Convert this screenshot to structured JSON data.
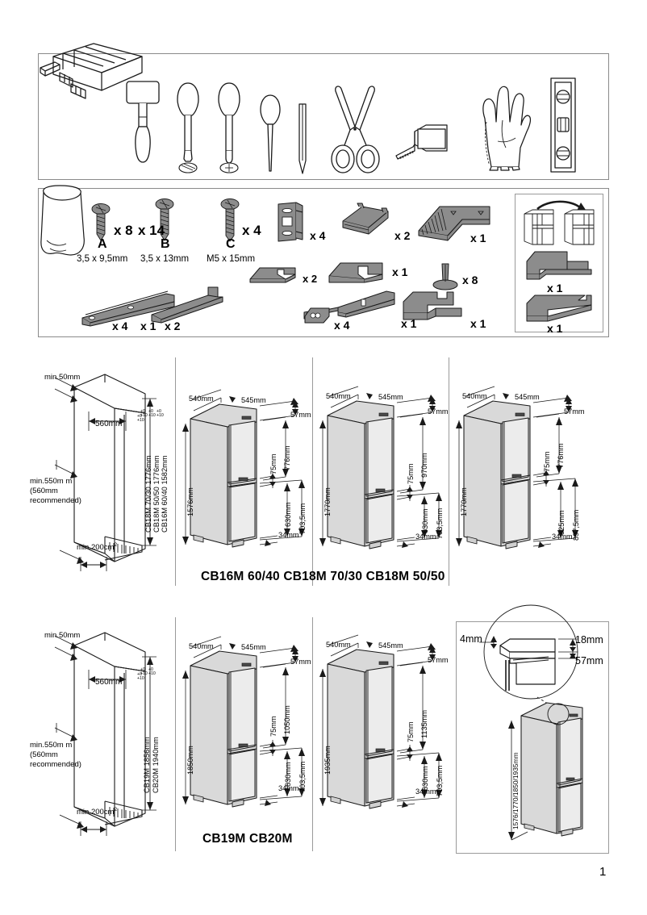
{
  "page": {
    "number": "1"
  },
  "tools_panel": {
    "name": "tools-required",
    "items": [
      {
        "name": "toolbox-icon",
        "label": "toolbox"
      },
      {
        "name": "mallet-icon",
        "label": "mallet"
      },
      {
        "name": "flathead-screwdriver-icon",
        "label": "flat screwdriver"
      },
      {
        "name": "phillips-screwdriver-icon",
        "label": "phillips screwdriver"
      },
      {
        "name": "awl-icon",
        "label": "awl"
      },
      {
        "name": "pencil-icon",
        "label": "pencil"
      },
      {
        "name": "scissors-icon",
        "label": "scissors"
      },
      {
        "name": "tape-measure-icon",
        "label": "tape measure"
      },
      {
        "name": "gloves-icon",
        "label": "gloves"
      },
      {
        "name": "spirit-level-icon",
        "label": "spirit level"
      }
    ]
  },
  "parts_panel": {
    "name": "parts-list",
    "bag": {
      "name": "parts-bag-icon"
    },
    "screws": [
      {
        "letter": "A",
        "qty": "x 8",
        "spec": "3,5 x 9,5mm"
      },
      {
        "letter": "B",
        "qty": "x 14",
        "spec": "3,5 x 13mm"
      },
      {
        "letter": "C",
        "qty": "x 4",
        "spec": "M5 x 15mm"
      }
    ],
    "parts": [
      {
        "name": "bracket-plate",
        "qty": "x 4"
      },
      {
        "name": "door-coupling-plate",
        "qty": "x 2"
      },
      {
        "name": "ribbed-cover-panel",
        "qty": "x 1"
      },
      {
        "name": "spacer-block",
        "qty": "x 2"
      },
      {
        "name": "slide-rail-long",
        "qty": "x 4"
      },
      {
        "name": "slide-rail-short",
        "qty": "x 1"
      },
      {
        "name": "rail-bar",
        "qty": "x 2"
      },
      {
        "name": "end-cap-small",
        "qty": "x 1"
      },
      {
        "name": "sliding-rail-assembly",
        "qty": "x 1"
      },
      {
        "name": "plug-cap",
        "qty": "x 8"
      },
      {
        "name": "small-bracket",
        "qty": "x 4"
      },
      {
        "name": "hinge-block",
        "qty": "x 1"
      }
    ],
    "inset": {
      "name": "door-reversal-inset",
      "items": [
        {
          "name": "hinge-wedge-upper",
          "qty": "x 1"
        },
        {
          "name": "hinge-wedge-lower",
          "qty": "x 1"
        }
      ]
    }
  },
  "row1": {
    "cabinet": {
      "name": "cabinet-niche-row1",
      "top_clearance": "min.50mm",
      "width": "560mm",
      "tolerance_top": "+0",
      "tolerance_bottom": "+10",
      "depth_note_line1": "min.550m m",
      "depth_note_line2": "(560mm",
      "depth_note_line3": "recommended)",
      "vent": "min.200cm",
      "vent_sup": "2",
      "heights": [
        {
          "model": "CB18M 70/30",
          "value": "1776mm",
          "tol_top": "+0",
          "tol_bot": "+10"
        },
        {
          "model": "CB18M 50/50",
          "value": "1776mm",
          "tol_top": "+0",
          "tol_bot": "+10"
        },
        {
          "model": "CB16M 60/40",
          "value": "1582mm",
          "tol_top": "+0",
          "tol_bot": "+10"
        }
      ]
    },
    "models_label": "CB16M 60/40 CB18M 70/30 CB18M 50/50",
    "fridges": [
      {
        "name": "fridge-cb16m-6040",
        "depth": "540mm",
        "width": "545mm",
        "top_gap": "57mm",
        "total_height": "1576mm",
        "gap": "75mm",
        "upper_door": "776mm",
        "lower_door": "630mm",
        "lower_total": "703,5mm",
        "plinth": "34mm",
        "split_ratio": 0.49
      },
      {
        "name": "fridge-cb18m-7030",
        "depth": "540mm",
        "width": "545mm",
        "top_gap": "57mm",
        "total_height": "1770mm",
        "gap": "75mm",
        "upper_door": "970mm",
        "lower_door": "630mm",
        "lower_total": "703,5mm",
        "plinth": "34mm",
        "split_ratio": 0.585
      },
      {
        "name": "fridge-cb18m-5050",
        "depth": "540mm",
        "width": "545mm",
        "top_gap": "57mm",
        "total_height": "1770mm",
        "gap": "75mm",
        "upper_door": "776mm",
        "lower_door": "825mm",
        "lower_total": "897,5mm",
        "plinth": "34mm",
        "split_ratio": 0.475
      }
    ]
  },
  "row2": {
    "cabinet": {
      "name": "cabinet-niche-row2",
      "top_clearance": "min.50mm",
      "width": "560mm",
      "tolerance_top": "+0",
      "tolerance_bottom": "+10",
      "depth_note_line1": "min.550m m",
      "depth_note_line2": "(560mm",
      "depth_note_line3": "recommended)",
      "vent": "min.200cm",
      "vent_sup": "2",
      "heights": [
        {
          "model": "CB19M",
          "value": "1856mm"
        },
        {
          "model": "CB20M",
          "value": "1940mm"
        }
      ]
    },
    "models_label": "CB19M  CB20M",
    "fridges": [
      {
        "name": "fridge-cb19m",
        "depth": "540mm",
        "width": "545mm",
        "top_gap": "57mm",
        "total_height": "1850mm",
        "gap": "75mm",
        "upper_door": "1050mm",
        "lower_door": "630mm",
        "lower_total": "703,5mm",
        "plinth": "34mm",
        "split_ratio": 0.585
      },
      {
        "name": "fridge-cb20m",
        "depth": "540mm",
        "width": "545mm",
        "top_gap": "57mm",
        "total_height": "1935mm",
        "gap": "75mm",
        "upper_door": "1135mm",
        "lower_door": "630mm",
        "lower_total": "703,5mm",
        "plinth": "34mm",
        "split_ratio": 0.6
      }
    ],
    "detail": {
      "name": "door-gap-detail",
      "gap_left": "4mm",
      "panel_height": "18mm",
      "plinth_gap": "57mm",
      "overall_heights": "1576/1770/1850/1935mm"
    }
  }
}
